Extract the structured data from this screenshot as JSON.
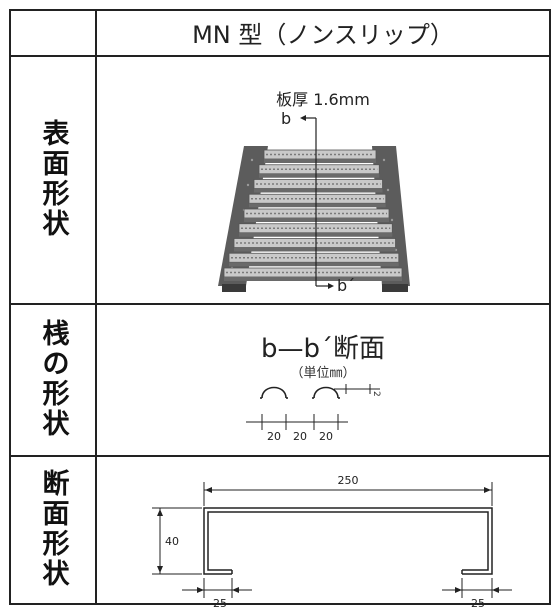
{
  "header": {
    "title": "MN 型（ノンスリップ）"
  },
  "rows": {
    "surface": {
      "label_chars": [
        "表",
        "面",
        "形",
        "状"
      ],
      "thickness": "板厚 1.6mm",
      "marker_top": "b",
      "marker_bottom": "b´"
    },
    "bar": {
      "label_chars": [
        "桟",
        "の",
        "形",
        "状"
      ],
      "section_title": "b—b´断面",
      "unit_note": "（単位㎜）",
      "dims": [
        "20",
        "20",
        "20"
      ],
      "height_mark": "2"
    },
    "section": {
      "label_chars": [
        "断",
        "面",
        "形",
        "状"
      ],
      "width": "250",
      "height": "40",
      "flange_left": "25",
      "flange_right": "25"
    }
  }
}
